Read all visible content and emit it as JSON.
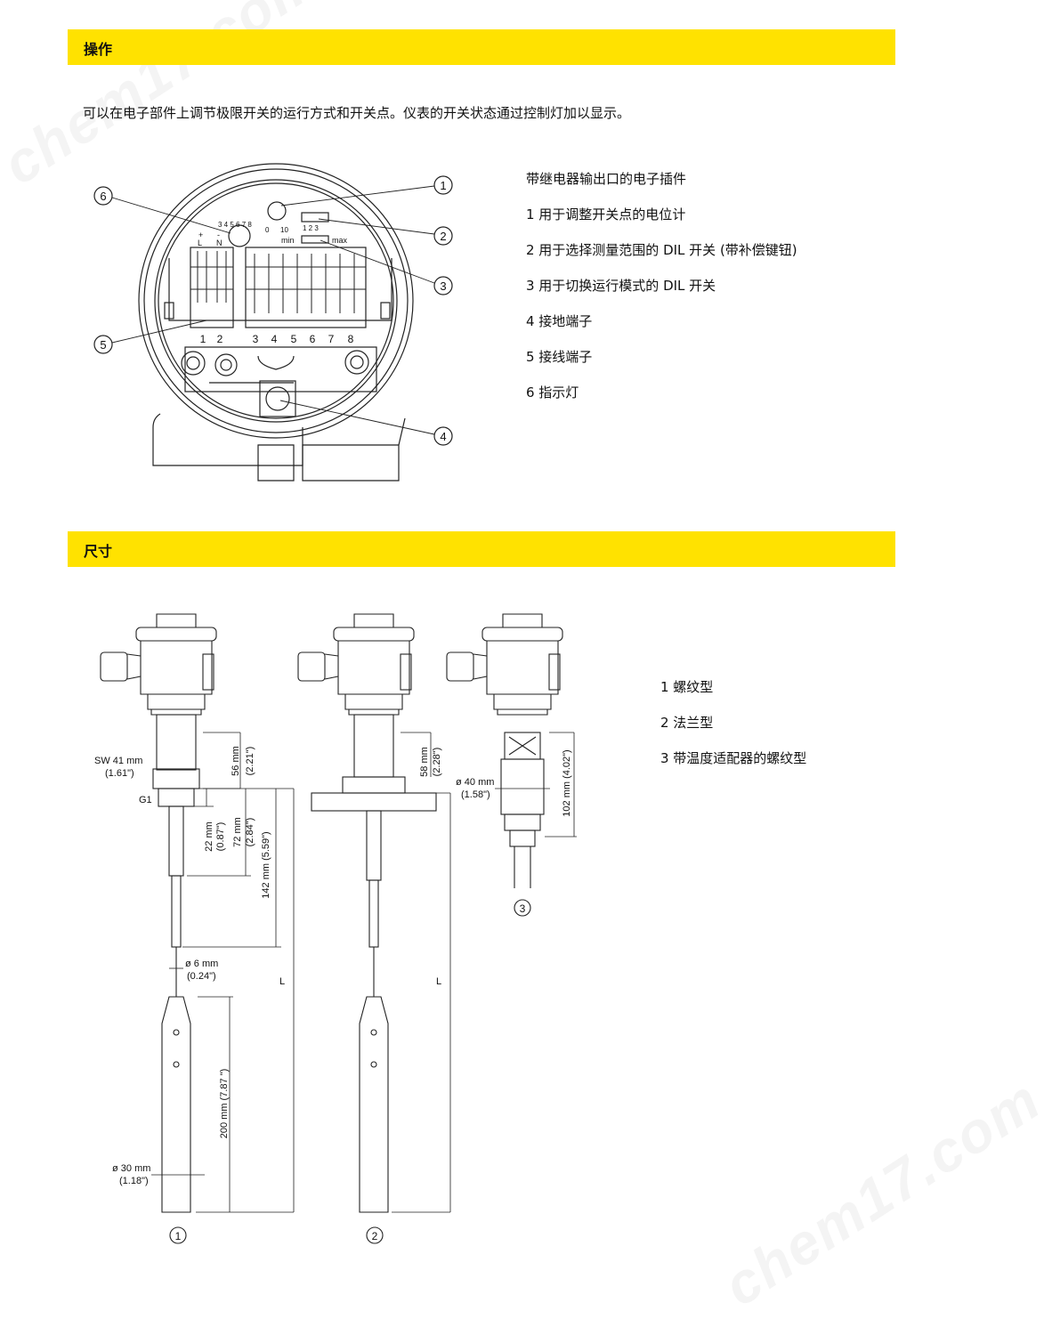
{
  "sections": {
    "operation_title": "操作",
    "dimensions_title": "尺寸"
  },
  "intro": "可以在电子部件上调节极限开关的运行方式和开关点。仪表的开关状态通过控制灯加以显示。",
  "electronics_legend": {
    "title": "带继电器输出口的电子插件",
    "items": [
      "1 用于调整开关点的电位计",
      "2 用于选择测量范围的 DIL 开关 (带补偿键钮)",
      "3 用于切换运行模式的 DIL 开关",
      "4 接地端子",
      "5 接线端子",
      "6 指示灯"
    ]
  },
  "electronics_drawing": {
    "callouts": [
      "1",
      "2",
      "3",
      "4",
      "5",
      "6"
    ],
    "terminal_numbers": [
      "1",
      "2",
      "3",
      "4",
      "5",
      "6",
      "7",
      "8"
    ],
    "labels": {
      "plus": "+",
      "minus": "-",
      "L": "L",
      "N": "N",
      "pot_0": "0",
      "pot_10": "10",
      "dil_nums": "1 2 3",
      "min": "min",
      "max": "max",
      "scale": "3 4 5 6 7 8"
    }
  },
  "dimensions_legend": {
    "items": [
      "1 螺纹型",
      "2 法兰型",
      "3 带温度适配器的螺纹型"
    ]
  },
  "dimension_labels": {
    "sw41": "SW 41 mm",
    "sw41_in": "(1.61\")",
    "g1": "G1",
    "d56": "56 mm",
    "d56_in": "(2.21\")",
    "d22": "22 mm",
    "d22_in": "(0.87\")",
    "d72": "72 mm",
    "d72_in": "(2.84\")",
    "d142": "142 mm (5.59\")",
    "d6": "ø 6 mm",
    "d6_in": "(0.24\")",
    "L": "L",
    "d200": "200 mm (7.87 \")",
    "d30": "ø 30 mm",
    "d30_in": "(1.18\")",
    "d58": "58 mm",
    "d58_in": "(2.28\")",
    "d40": "ø 40 mm",
    "d40_in": "(1.58\")",
    "d102": "102 mm (4.02\")",
    "variant_1": "1",
    "variant_2": "2",
    "variant_3": "3"
  },
  "watermark": "chem17.com",
  "colors": {
    "accent_bar": "#ffe200"
  }
}
